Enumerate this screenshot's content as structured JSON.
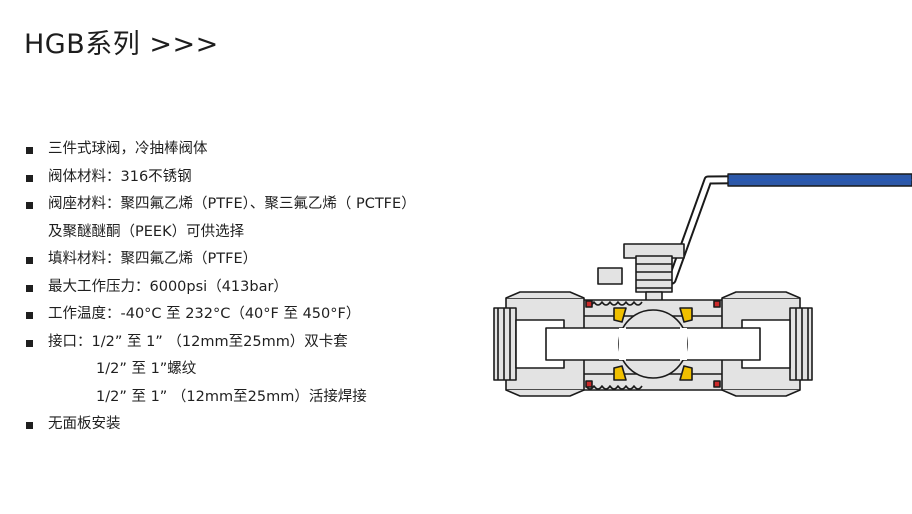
{
  "header": {
    "title": "HGB系列 >>>"
  },
  "specs": [
    {
      "text": "三件式球阀，冷抽棒阀体",
      "style": "bullet"
    },
    {
      "text": "阀体材料：316不锈钢",
      "style": "bullet"
    },
    {
      "text": "阀座材料：聚四氟乙烯（PTFE）、聚三氟乙烯（ PCTFE）",
      "style": "bullet"
    },
    {
      "text": "及聚醚醚酮（PEEK）可供选择",
      "style": "continuation"
    },
    {
      "text": "填料材料：聚四氟乙烯（PTFE）",
      "style": "bullet"
    },
    {
      "text": "最大工作压力：6000psi（413bar）",
      "style": "bullet"
    },
    {
      "text": "工作温度：-40°C 至 232°C（40°F 至 450°F）",
      "style": "bullet"
    },
    {
      "text": "接口：1/2” 至 1” （12mm至25mm）双卡套",
      "style": "bullet"
    },
    {
      "text": "1/2” 至 1”螺纹",
      "style": "indent"
    },
    {
      "text": "1/2” 至 1” （12mm至25mm）活接焊接",
      "style": "indent"
    },
    {
      "text": "无面板安装",
      "style": "bullet"
    }
  ],
  "illustration": {
    "name": "ball-valve-cross-section",
    "colors": {
      "body_fill": "#e3e3e3",
      "outline": "#1a1a1a",
      "handle": "#2d58a8",
      "seat": "#f0c000",
      "seal": "#cc2a2a"
    }
  }
}
